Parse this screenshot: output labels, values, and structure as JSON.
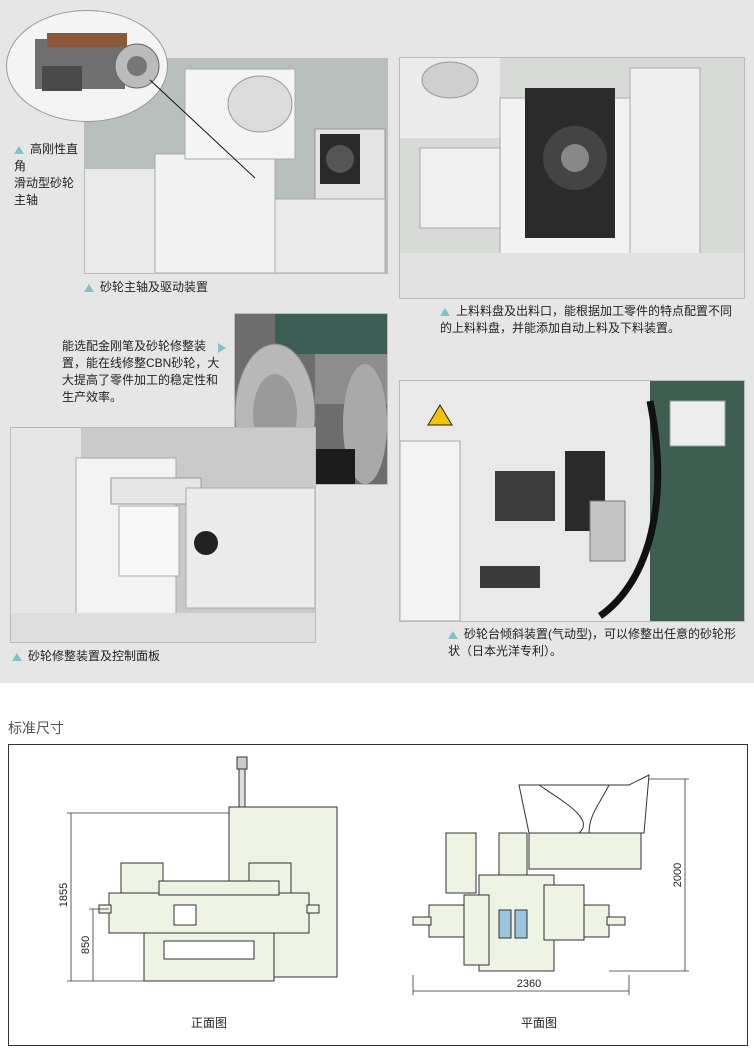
{
  "captions": {
    "spindle_callout": "高刚性直角\n滑动型砂轮\n主轴",
    "spindle_drive": "砂轮主轴及驱动装置",
    "loading": "上料料盘及出料口，能根据加工零件的特点配置不同的上料料盘，并能添加自动上料及下料装置。",
    "dresser": "能选配金刚笔及砂轮修整装置，能在线修整CBN砂轮，大大提高了零件加工的稳定性和生产效率。",
    "dresser_panel": "砂轮修整装置及控制面板",
    "tilt": "砂轮台倾斜装置(气动型)，可以修整出任意的砂轮形状（日本光洋专利）。"
  },
  "section_title": "标准尺寸",
  "drawing": {
    "front_view_label": "正面图",
    "plan_view_label": "平面图",
    "dim_height_total": "1855",
    "dim_height_center": "850",
    "dim_width": "2360",
    "dim_depth": "2000"
  },
  "colors": {
    "accent": "#7fc3c5",
    "panel_bg": "#e6e6e6",
    "machine_fill": "#eef3e3"
  }
}
